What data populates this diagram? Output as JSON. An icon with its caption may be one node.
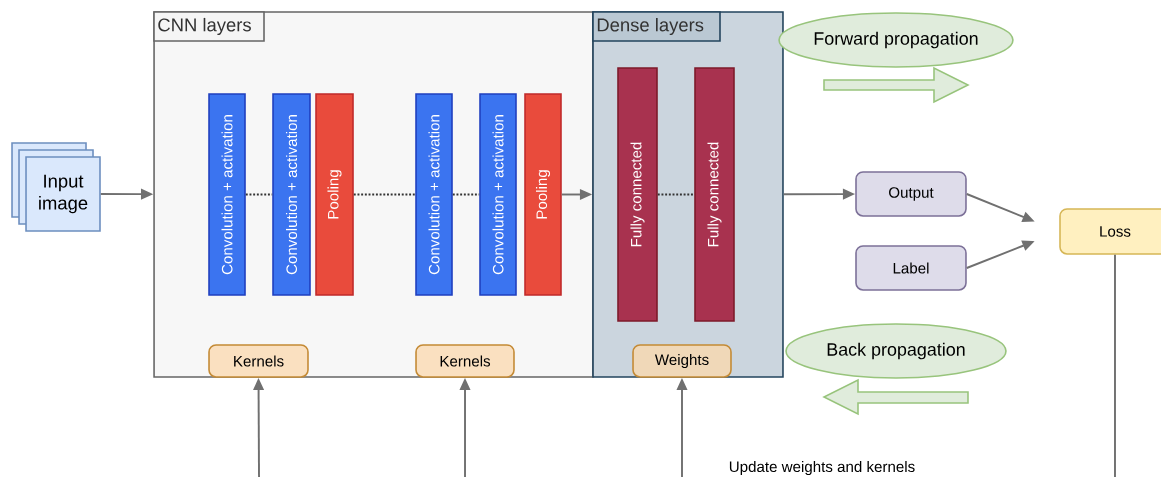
{
  "diagram": {
    "nodes": [
      {
        "text": [
          "CNN layers"
        ]
      },
      {
        "text": [
          "Dense layers"
        ]
      },
      {
        "text": [
          "Input image"
        ]
      },
      {
        "text": [
          "Convolution + activation"
        ],
        "in": 0
      },
      {
        "text": [
          "Convolution + activation"
        ],
        "in": 0
      },
      {
        "text": [
          "Pooling"
        ],
        "in": 0
      },
      {
        "text": [
          "Convolution + activation"
        ],
        "in": 0
      },
      {
        "text": [
          "Convolution + activation"
        ],
        "in": 0
      },
      {
        "text": [
          "Pooling"
        ],
        "in": 0
      },
      {
        "text": [
          "Kernels"
        ],
        "in": 0
      },
      {
        "text": [
          "Kernels"
        ],
        "in": 0
      },
      {
        "text": [
          "Fully connected"
        ],
        "in": 1
      },
      {
        "text": [
          "Fully connected"
        ],
        "in": 1
      },
      {
        "text": [
          "Weights"
        ],
        "in": 1
      },
      {
        "text": [
          "Forward propagation"
        ]
      },
      {
        "text": [
          "Back propagation"
        ]
      },
      {
        "text": [
          "Output"
        ]
      },
      {
        "text": [
          "Label"
        ]
      },
      {
        "text": [
          "Loss"
        ]
      }
    ],
    "edges": [
      {
        "from": 2,
        "to": 0,
        "arrow": "to"
      },
      {
        "from": 3,
        "to": 4,
        "arrow": "none",
        "style": "dashed"
      },
      {
        "from": 5,
        "to": 6,
        "arrow": "none",
        "style": "dashed"
      },
      {
        "from": 6,
        "to": 7,
        "arrow": "none",
        "style": "dashed"
      },
      {
        "from": 8,
        "to": 1,
        "arrow": "to"
      },
      {
        "from": 11,
        "to": 12,
        "arrow": "none",
        "style": "dashed"
      },
      {
        "from": 1,
        "to": 16,
        "arrow": "to"
      },
      {
        "from": 16,
        "to": 18,
        "arrow": "to"
      },
      {
        "from": 17,
        "to": 18,
        "arrow": "to"
      },
      {
        "from": 18,
        "to": null,
        "arrow": "none"
      },
      {
        "from": null,
        "to": 9,
        "arrow": "to"
      },
      {
        "from": null,
        "to": 10,
        "arrow": "to"
      },
      {
        "from": null,
        "to": 13,
        "arrow": "to"
      }
    ],
    "labels": [
      "Update weights and kernels"
    ]
  }
}
